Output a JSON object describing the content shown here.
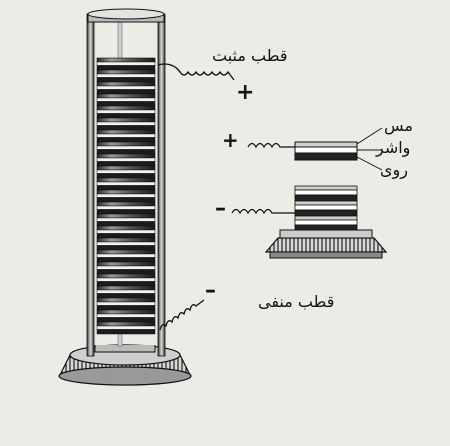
{
  "labels": {
    "positive_pole": "قطب مثبت",
    "negative_pole": "قطب منفی",
    "copper": "مس",
    "washer": "واشر",
    "zinc": "روی"
  },
  "signs": {
    "main_plus": "+",
    "detail_plus": "+",
    "main_minus": "–",
    "detail_minus": "–"
  },
  "colors": {
    "ink": "#141414",
    "paper": "#ecebe6"
  }
}
